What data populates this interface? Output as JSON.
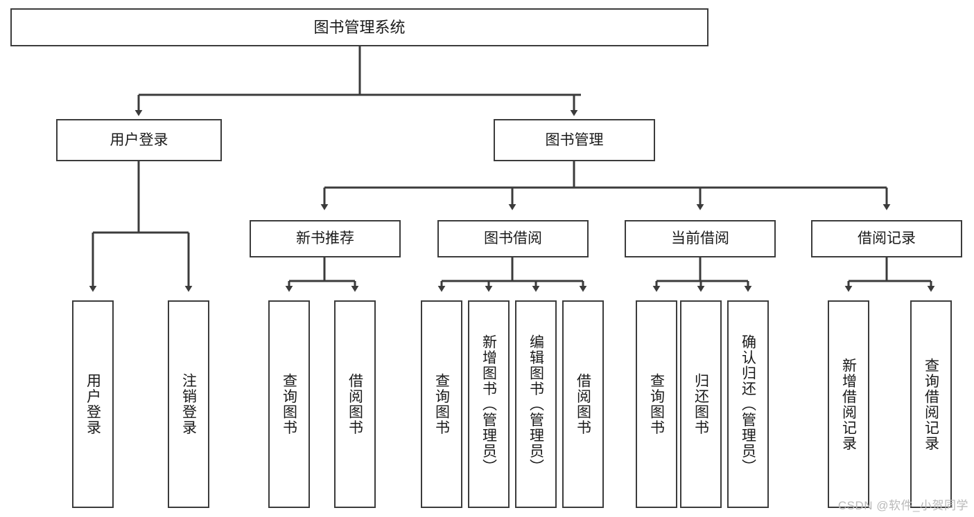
{
  "diagram": {
    "title": "图书管理系统",
    "type": "tree",
    "root": {
      "id": "root",
      "label": "图书管理系统"
    },
    "level2": [
      {
        "id": "user-login",
        "label": "用户登录"
      },
      {
        "id": "book-management",
        "label": "图书管理"
      }
    ],
    "level3": [
      {
        "id": "new-book-recommend",
        "label": "新书推荐",
        "parent": "book-management"
      },
      {
        "id": "book-borrow",
        "label": "图书借阅",
        "parent": "book-management"
      },
      {
        "id": "current-borrow",
        "label": "当前借阅",
        "parent": "book-management"
      },
      {
        "id": "borrow-record",
        "label": "借阅记录",
        "parent": "book-management"
      }
    ],
    "leaves": [
      {
        "id": "leaf-user-login",
        "label": "用户登录",
        "parent": "user-login"
      },
      {
        "id": "leaf-logout-login",
        "label": "注销登录",
        "parent": "user-login"
      },
      {
        "id": "leaf-query-book-1",
        "label": "查询图书",
        "parent": "new-book-recommend"
      },
      {
        "id": "leaf-borrow-book-1",
        "label": "借阅图书",
        "parent": "new-book-recommend"
      },
      {
        "id": "leaf-query-book-2",
        "label": "查询图书",
        "parent": "book-borrow"
      },
      {
        "id": "leaf-add-book",
        "label": "新增图书（管理员）",
        "parent": "book-borrow"
      },
      {
        "id": "leaf-edit-book",
        "label": "编辑图书（管理员）",
        "parent": "book-borrow"
      },
      {
        "id": "leaf-borrow-book-2",
        "label": "借阅图书",
        "parent": "book-borrow"
      },
      {
        "id": "leaf-query-book-3",
        "label": "查询图书",
        "parent": "current-borrow"
      },
      {
        "id": "leaf-return-book",
        "label": "归还图书",
        "parent": "current-borrow"
      },
      {
        "id": "leaf-confirm-return",
        "label": "确认归还（管理员）",
        "parent": "current-borrow"
      },
      {
        "id": "leaf-add-record",
        "label": "新增借阅记录",
        "parent": "borrow-record"
      },
      {
        "id": "leaf-query-record",
        "label": "查询借阅记录",
        "parent": "borrow-record"
      }
    ]
  },
  "watermark": {
    "text": "CSDN @软件_小贺同学"
  },
  "colors": {
    "stroke": "#3b3b3b",
    "background": "#ffffff",
    "text": "#1a1a1a",
    "watermark": "#b9b9b9"
  }
}
